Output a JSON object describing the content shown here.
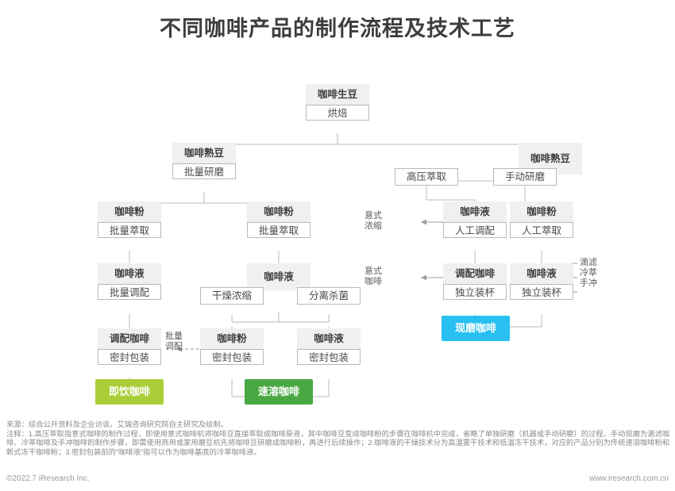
{
  "title": "不同咖啡产品的制作流程及技术工艺",
  "chart_data": {
    "type": "diagram",
    "title": "不同咖啡产品的制作流程及技术工艺",
    "nodes": [
      {
        "id": "n0",
        "head": "咖啡生豆",
        "proc": "烘焙"
      },
      {
        "id": "n1",
        "head": "咖啡熟豆",
        "proc": "批量研磨"
      },
      {
        "id": "n2",
        "head": "咖啡熟豆",
        "proc": ""
      },
      {
        "id": "n3",
        "head": "咖啡粉",
        "proc": "批量萃取"
      },
      {
        "id": "n4",
        "head": "咖啡粉",
        "proc": "批量萃取"
      },
      {
        "id": "n5",
        "head": "咖啡液",
        "proc": "人工调配"
      },
      {
        "id": "n6",
        "head": "咖啡粉",
        "proc": "人工萃取"
      },
      {
        "id": "n7",
        "head": "咖啡液",
        "proc": "批量调配"
      },
      {
        "id": "n8",
        "head": "咖啡液",
        "proc": ""
      },
      {
        "id": "n9",
        "head": "调配咖啡",
        "proc": "独立装杯"
      },
      {
        "id": "n10",
        "head": "咖啡液",
        "proc": "独立装杯"
      },
      {
        "id": "n11",
        "head": "调配咖啡",
        "proc": "密封包装"
      },
      {
        "id": "n12",
        "head": "咖啡粉",
        "proc": "密封包装"
      },
      {
        "id": "n13",
        "head": "咖啡液",
        "proc": "密封包装"
      }
    ],
    "steps": [
      {
        "id": "s1",
        "label": "高压萃取"
      },
      {
        "id": "s2",
        "label": "手动研磨"
      },
      {
        "id": "s3",
        "label": "干燥浓缩"
      },
      {
        "id": "s4",
        "label": "分离杀菌"
      }
    ],
    "products": [
      {
        "id": "p1",
        "label": "即饮咖啡",
        "color": "#aace38"
      },
      {
        "id": "p2",
        "label": "速溶咖啡",
        "color": "#4aa843"
      },
      {
        "id": "p3",
        "label": "现磨咖啡",
        "color": "#27c0f0"
      }
    ],
    "annotations": [
      {
        "id": "a1",
        "line1": "意式",
        "line2": "浓缩",
        "line3": ""
      },
      {
        "id": "a2",
        "line1": "意式",
        "line2": "咖啡",
        "line3": ""
      },
      {
        "id": "a3",
        "line1": "滴滤",
        "line2": "冷萃",
        "line3": "手冲"
      },
      {
        "id": "a4",
        "line1": "批量",
        "line2": "调配",
        "line3": ""
      }
    ]
  },
  "notes": {
    "source": "来源：综合公开资料及企业访谈，艾瑞咨询研究院自主研究及绘制。",
    "note": "注释：1.高压萃取指意式咖啡的制作过程，即使用意式咖啡机将咖啡豆直接萃取成咖啡原液，其中咖啡豆变成咖啡粉的步骤在咖啡机中完成，省略了单独研磨（机器或手动研磨）的过程。手动现磨为滴滤咖啡、冷萃咖啡及手冲咖啡的制作步骤，即需使用商用或家用磨豆机先将咖啡豆研磨成咖啡粉，再进行后续操作；2.咖啡液的干燥技术分为高温雾干技术和低温冻干技术，对应的产品分别为传统速溶咖啡粉和新式冻干咖啡粉；3.密封包装前的“咖啡液”指可以作为咖啡基底的冷萃咖啡液。"
  },
  "footer": {
    "copyright": "©2022.7 iResearch Inc.",
    "url": "www.iresearch.com.cn"
  }
}
